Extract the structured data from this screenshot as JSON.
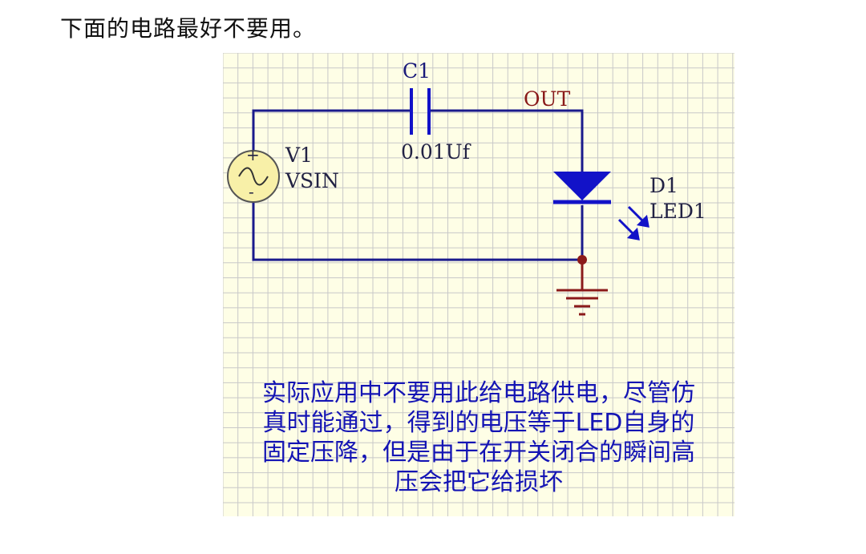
{
  "header": {
    "fragment": "",
    "intro": "下面的电路最好不要用。"
  },
  "schematic": {
    "capacitor": {
      "ref": "C1",
      "value": "0.01Uf"
    },
    "source": {
      "ref": "V1",
      "value": "VSIN",
      "plus": "+",
      "minus": "-"
    },
    "net_label": "OUT",
    "led": {
      "ref": "D1",
      "value": "LED1"
    },
    "caption": [
      "实际应用中不要用此给电路供电，尽管仿",
      "真时能通过，得到的电压等于LED自身的",
      "固定压降，但是由于在开关闭合的瞬间高",
      "压会把它给损坏"
    ]
  },
  "colors": {
    "wire": "#1a1a8c",
    "component": "#1212c8",
    "grid_bg": "#fefee6",
    "grid_line": "#c8c8c8",
    "junction": "#8b1a1a",
    "ground": "#8b1a1a",
    "source_fill": "#f8f0a8"
  }
}
